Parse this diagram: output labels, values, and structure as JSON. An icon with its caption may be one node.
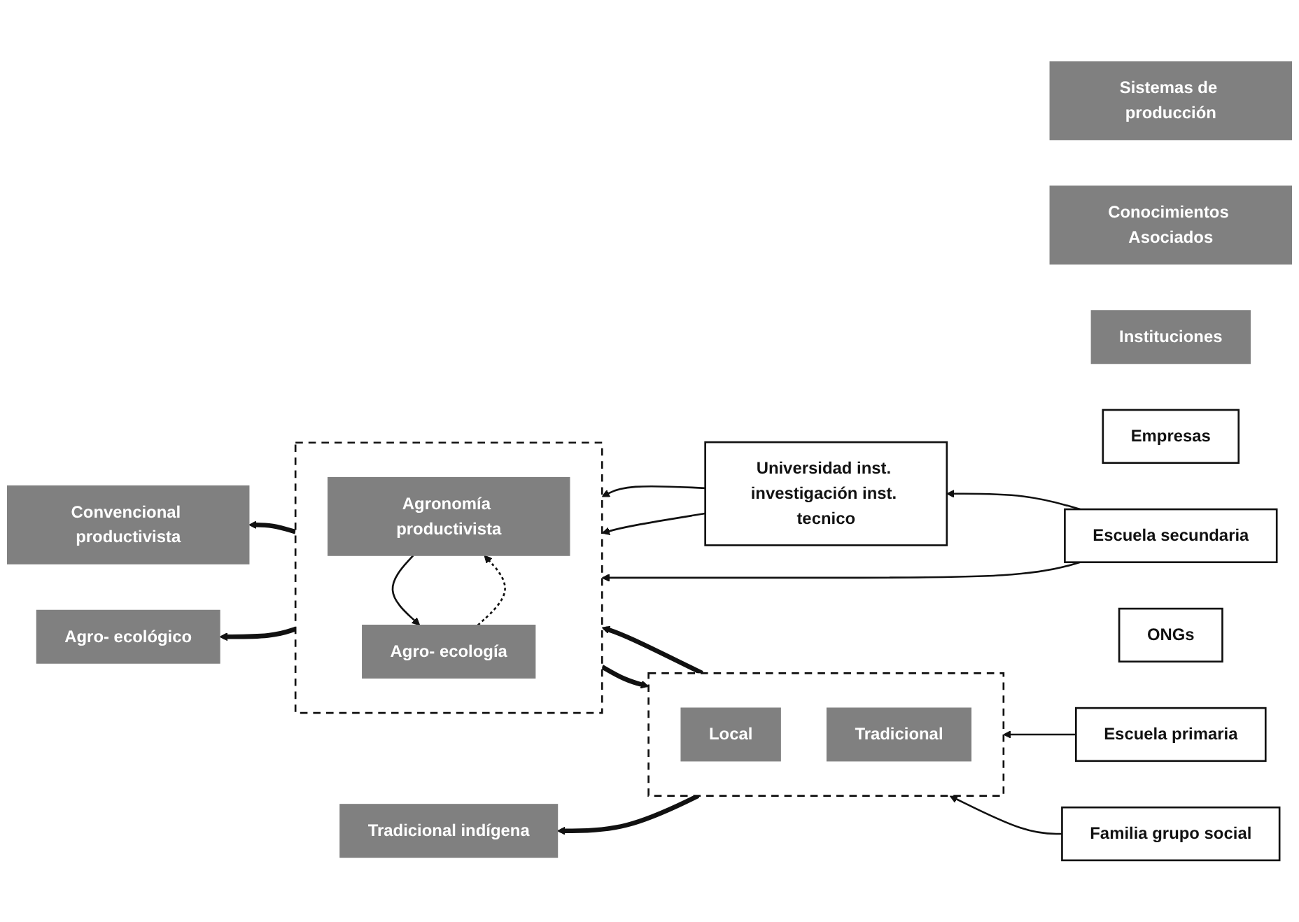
{
  "diagram": {
    "nodes": [
      {
        "text": [
          "Sistemas de producción"
        ]
      },
      {
        "text": [
          "Conocimientos Asociados"
        ]
      },
      {
        "text": [
          "Instituciones"
        ]
      },
      {
        "text": [],
        "shape": "box"
      },
      {
        "text": [
          "Agronomía productivista"
        ],
        "in": 3
      },
      {
        "text": [
          "Agro- ecología"
        ],
        "in": 3
      },
      {
        "text": [
          "Universidad inst. investigación inst. tecnico"
        ]
      },
      {
        "text": [
          "Empresas"
        ]
      },
      {
        "text": [
          "Convencional productivista"
        ]
      },
      {
        "text": [
          "Agro- ecológico"
        ]
      },
      {
        "text": [
          "Escuela secundaria"
        ]
      },
      {
        "text": [
          "ONGs"
        ]
      },
      {
        "text": [],
        "shape": "box"
      },
      {
        "text": [
          "Local"
        ],
        "in": 12
      },
      {
        "text": [
          "Tradicional"
        ],
        "in": 12
      },
      {
        "text": [
          "Escuela primaria"
        ]
      },
      {
        "text": [
          "Familia grupo social"
        ]
      },
      {
        "text": [
          "Tradicional indígena"
        ]
      }
    ],
    "edges": [
      {
        "from": 6,
        "to": 3,
        "arrow": "to"
      },
      {
        "from": 6,
        "to": 3,
        "arrow": "to"
      },
      {
        "from": 3,
        "to": 8,
        "arrow": "to",
        "style": "thick"
      },
      {
        "from": 5,
        "to": 4,
        "arrow": "to",
        "style": "dashed"
      },
      {
        "from": 4,
        "to": 5,
        "arrow": "to"
      },
      {
        "from": 3,
        "to": 9,
        "arrow": "to",
        "style": "thick"
      },
      {
        "from": 10,
        "to": 3,
        "arrow": "to"
      },
      {
        "from": 10,
        "to": 6,
        "arrow": "to"
      },
      {
        "from": 12,
        "to": 3,
        "arrow": "to",
        "style": "thick"
      },
      {
        "from": 3,
        "to": 12,
        "arrow": "to",
        "style": "thick"
      },
      {
        "from": 15,
        "to": 12,
        "arrow": "to"
      },
      {
        "from": 16,
        "to": 12,
        "arrow": "to"
      },
      {
        "from": 12,
        "to": 17,
        "arrow": "to",
        "style": "thick"
      }
    ]
  }
}
